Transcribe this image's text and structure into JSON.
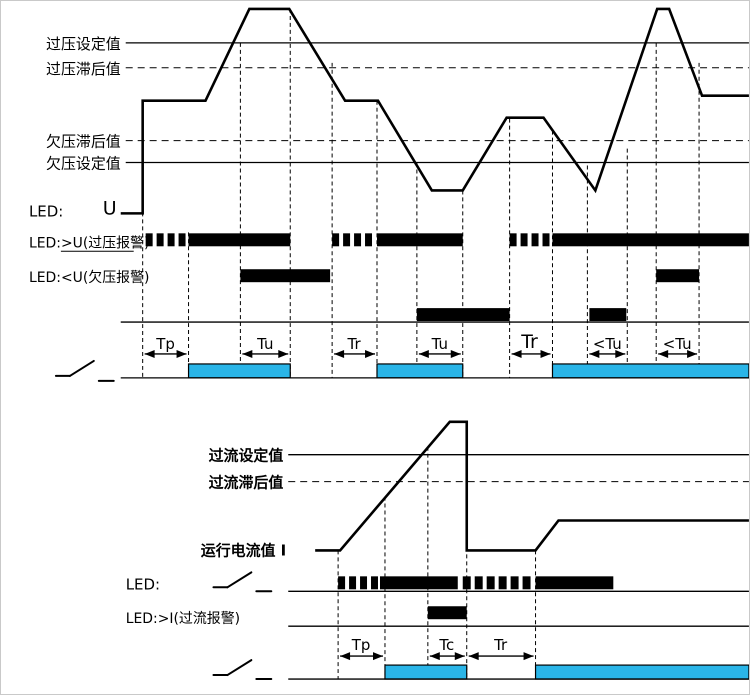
{
  "colors": {
    "line": "#000000",
    "led_bar": "#000000",
    "relay_on_fill": "#2ab5e8"
  },
  "top": {
    "labels": {
      "over_set": "过压设定值",
      "over_hys": "过压滞后值",
      "under_hys": "欠压滞后值",
      "under_set": "欠压设定值",
      "led": "LED:",
      "signal": "U",
      "led_over": "LED:>U(过压报警)",
      "led_under": "LED:<U(欠压报警)"
    },
    "timings": [
      "Tp",
      "Tu",
      "Tr",
      "Tu",
      "Tr",
      "<Tu",
      "<Tu"
    ],
    "waveform": [
      [
        120,
        213
      ],
      [
        142,
        213
      ],
      [
        142,
        100
      ],
      [
        205,
        100
      ],
      [
        249,
        8
      ],
      [
        289,
        8
      ],
      [
        345,
        100
      ],
      [
        378,
        100
      ],
      [
        432,
        190
      ],
      [
        463,
        190
      ],
      [
        507,
        117
      ],
      [
        544,
        117
      ],
      [
        596,
        190
      ],
      [
        658,
        8
      ],
      [
        670,
        8
      ],
      [
        703,
        95
      ],
      [
        750,
        95
      ]
    ],
    "led_over_bars": [
      [
        145,
        233,
        7,
        13
      ],
      [
        156,
        233,
        7,
        13
      ],
      [
        167,
        233,
        7,
        13
      ],
      [
        178,
        233,
        7,
        13
      ],
      [
        188,
        233,
        102,
        13
      ],
      [
        332,
        233,
        7,
        13
      ],
      [
        343,
        233,
        7,
        13
      ],
      [
        354,
        233,
        7,
        13
      ],
      [
        365,
        233,
        7,
        13
      ],
      [
        377,
        233,
        86,
        13
      ],
      [
        510,
        233,
        7,
        13
      ],
      [
        521,
        233,
        7,
        13
      ],
      [
        532,
        233,
        7,
        13
      ],
      [
        543,
        233,
        7,
        13
      ],
      [
        553,
        233,
        197,
        13
      ]
    ],
    "led_under_bars": [
      [
        240,
        269,
        90,
        13
      ],
      [
        657,
        269,
        43,
        13
      ]
    ],
    "aux_bars": [
      [
        417,
        308,
        93,
        13
      ],
      [
        590,
        308,
        37,
        13
      ]
    ],
    "output_bars": [
      [
        188,
        364,
        102,
        14
      ],
      [
        377,
        364,
        86,
        14
      ],
      [
        553,
        364,
        197,
        14
      ]
    ]
  },
  "bottom": {
    "labels": {
      "over_set": "过流设定值",
      "over_hys": "过流滞后值",
      "signal": "运行电流值 I",
      "led": "LED:",
      "led_over": "LED:>I(过流报警)"
    },
    "timings": [
      "Tp",
      "Tc",
      "Tr"
    ],
    "waveform": [
      [
        315,
        551
      ],
      [
        340,
        551
      ],
      [
        450,
        422
      ],
      [
        467,
        422
      ],
      [
        467,
        551
      ],
      [
        536,
        551
      ],
      [
        559,
        521
      ],
      [
        750,
        521
      ]
    ],
    "led_bars": [
      [
        338,
        577,
        7,
        13
      ],
      [
        349,
        577,
        7,
        13
      ],
      [
        360,
        577,
        7,
        13
      ],
      [
        371,
        577,
        7,
        13
      ],
      [
        380,
        577,
        78,
        13
      ],
      [
        463,
        577,
        8,
        13
      ],
      [
        475,
        577,
        8,
        13
      ],
      [
        487,
        577,
        8,
        13
      ],
      [
        499,
        577,
        8,
        13
      ],
      [
        511,
        577,
        8,
        13
      ],
      [
        523,
        577,
        8,
        13
      ],
      [
        536,
        577,
        78,
        13
      ]
    ],
    "led_over_bars": [
      [
        428,
        607,
        39,
        13
      ]
    ],
    "output_bars": [
      [
        385,
        666,
        82,
        14
      ],
      [
        536,
        666,
        214,
        14
      ]
    ]
  }
}
